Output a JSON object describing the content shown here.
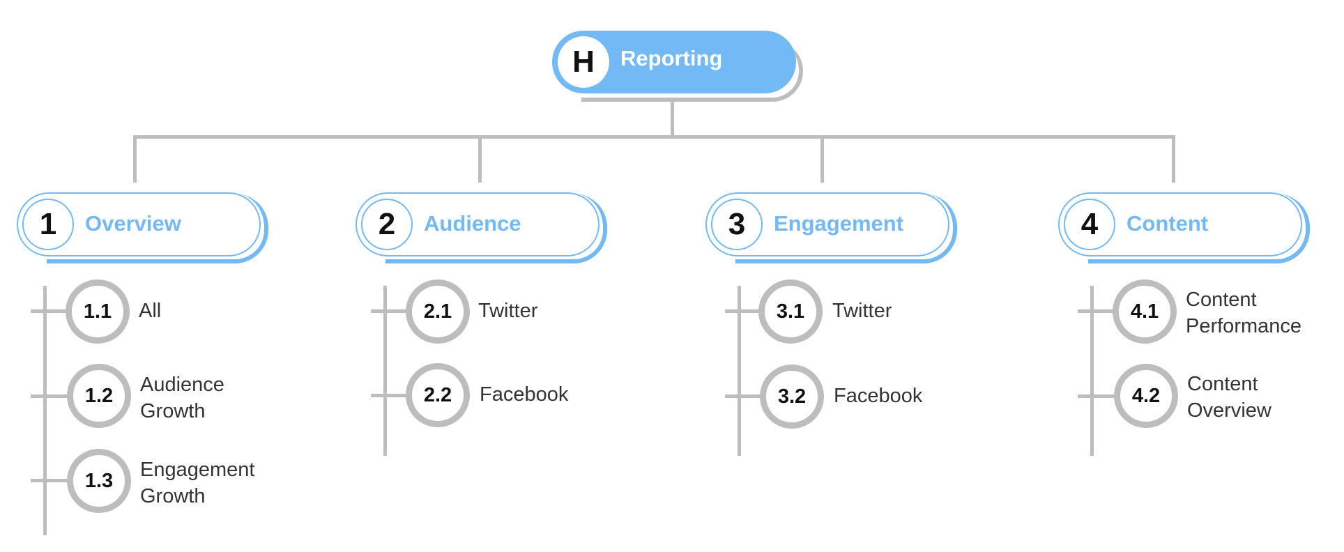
{
  "root": {
    "badge": "H",
    "title": "Reporting"
  },
  "sections": [
    {
      "number": "1",
      "title": "Overview",
      "items": [
        {
          "number": "1.1",
          "label_lines": [
            "All"
          ]
        },
        {
          "number": "1.2",
          "label_lines": [
            "Audience",
            "Growth"
          ]
        },
        {
          "number": "1.3",
          "label_lines": [
            "Engagement",
            "Growth"
          ]
        }
      ]
    },
    {
      "number": "2",
      "title": "Audience",
      "items": [
        {
          "number": "2.1",
          "label_lines": [
            "Twitter"
          ]
        },
        {
          "number": "2.2",
          "label_lines": [
            "Facebook"
          ]
        }
      ]
    },
    {
      "number": "3",
      "title": "Engagement",
      "items": [
        {
          "number": "3.1",
          "label_lines": [
            "Twitter"
          ]
        },
        {
          "number": "3.2",
          "label_lines": [
            "Facebook"
          ]
        }
      ]
    },
    {
      "number": "4",
      "title": "Content",
      "items": [
        {
          "number": "4.1",
          "label_lines": [
            "Content",
            "Performance"
          ]
        },
        {
          "number": "4.2",
          "label_lines": [
            "Content",
            "Overview"
          ]
        }
      ]
    }
  ],
  "colors": {
    "accent": "#72b9f6",
    "connector": "#bdbdbd",
    "text": "#333333"
  }
}
